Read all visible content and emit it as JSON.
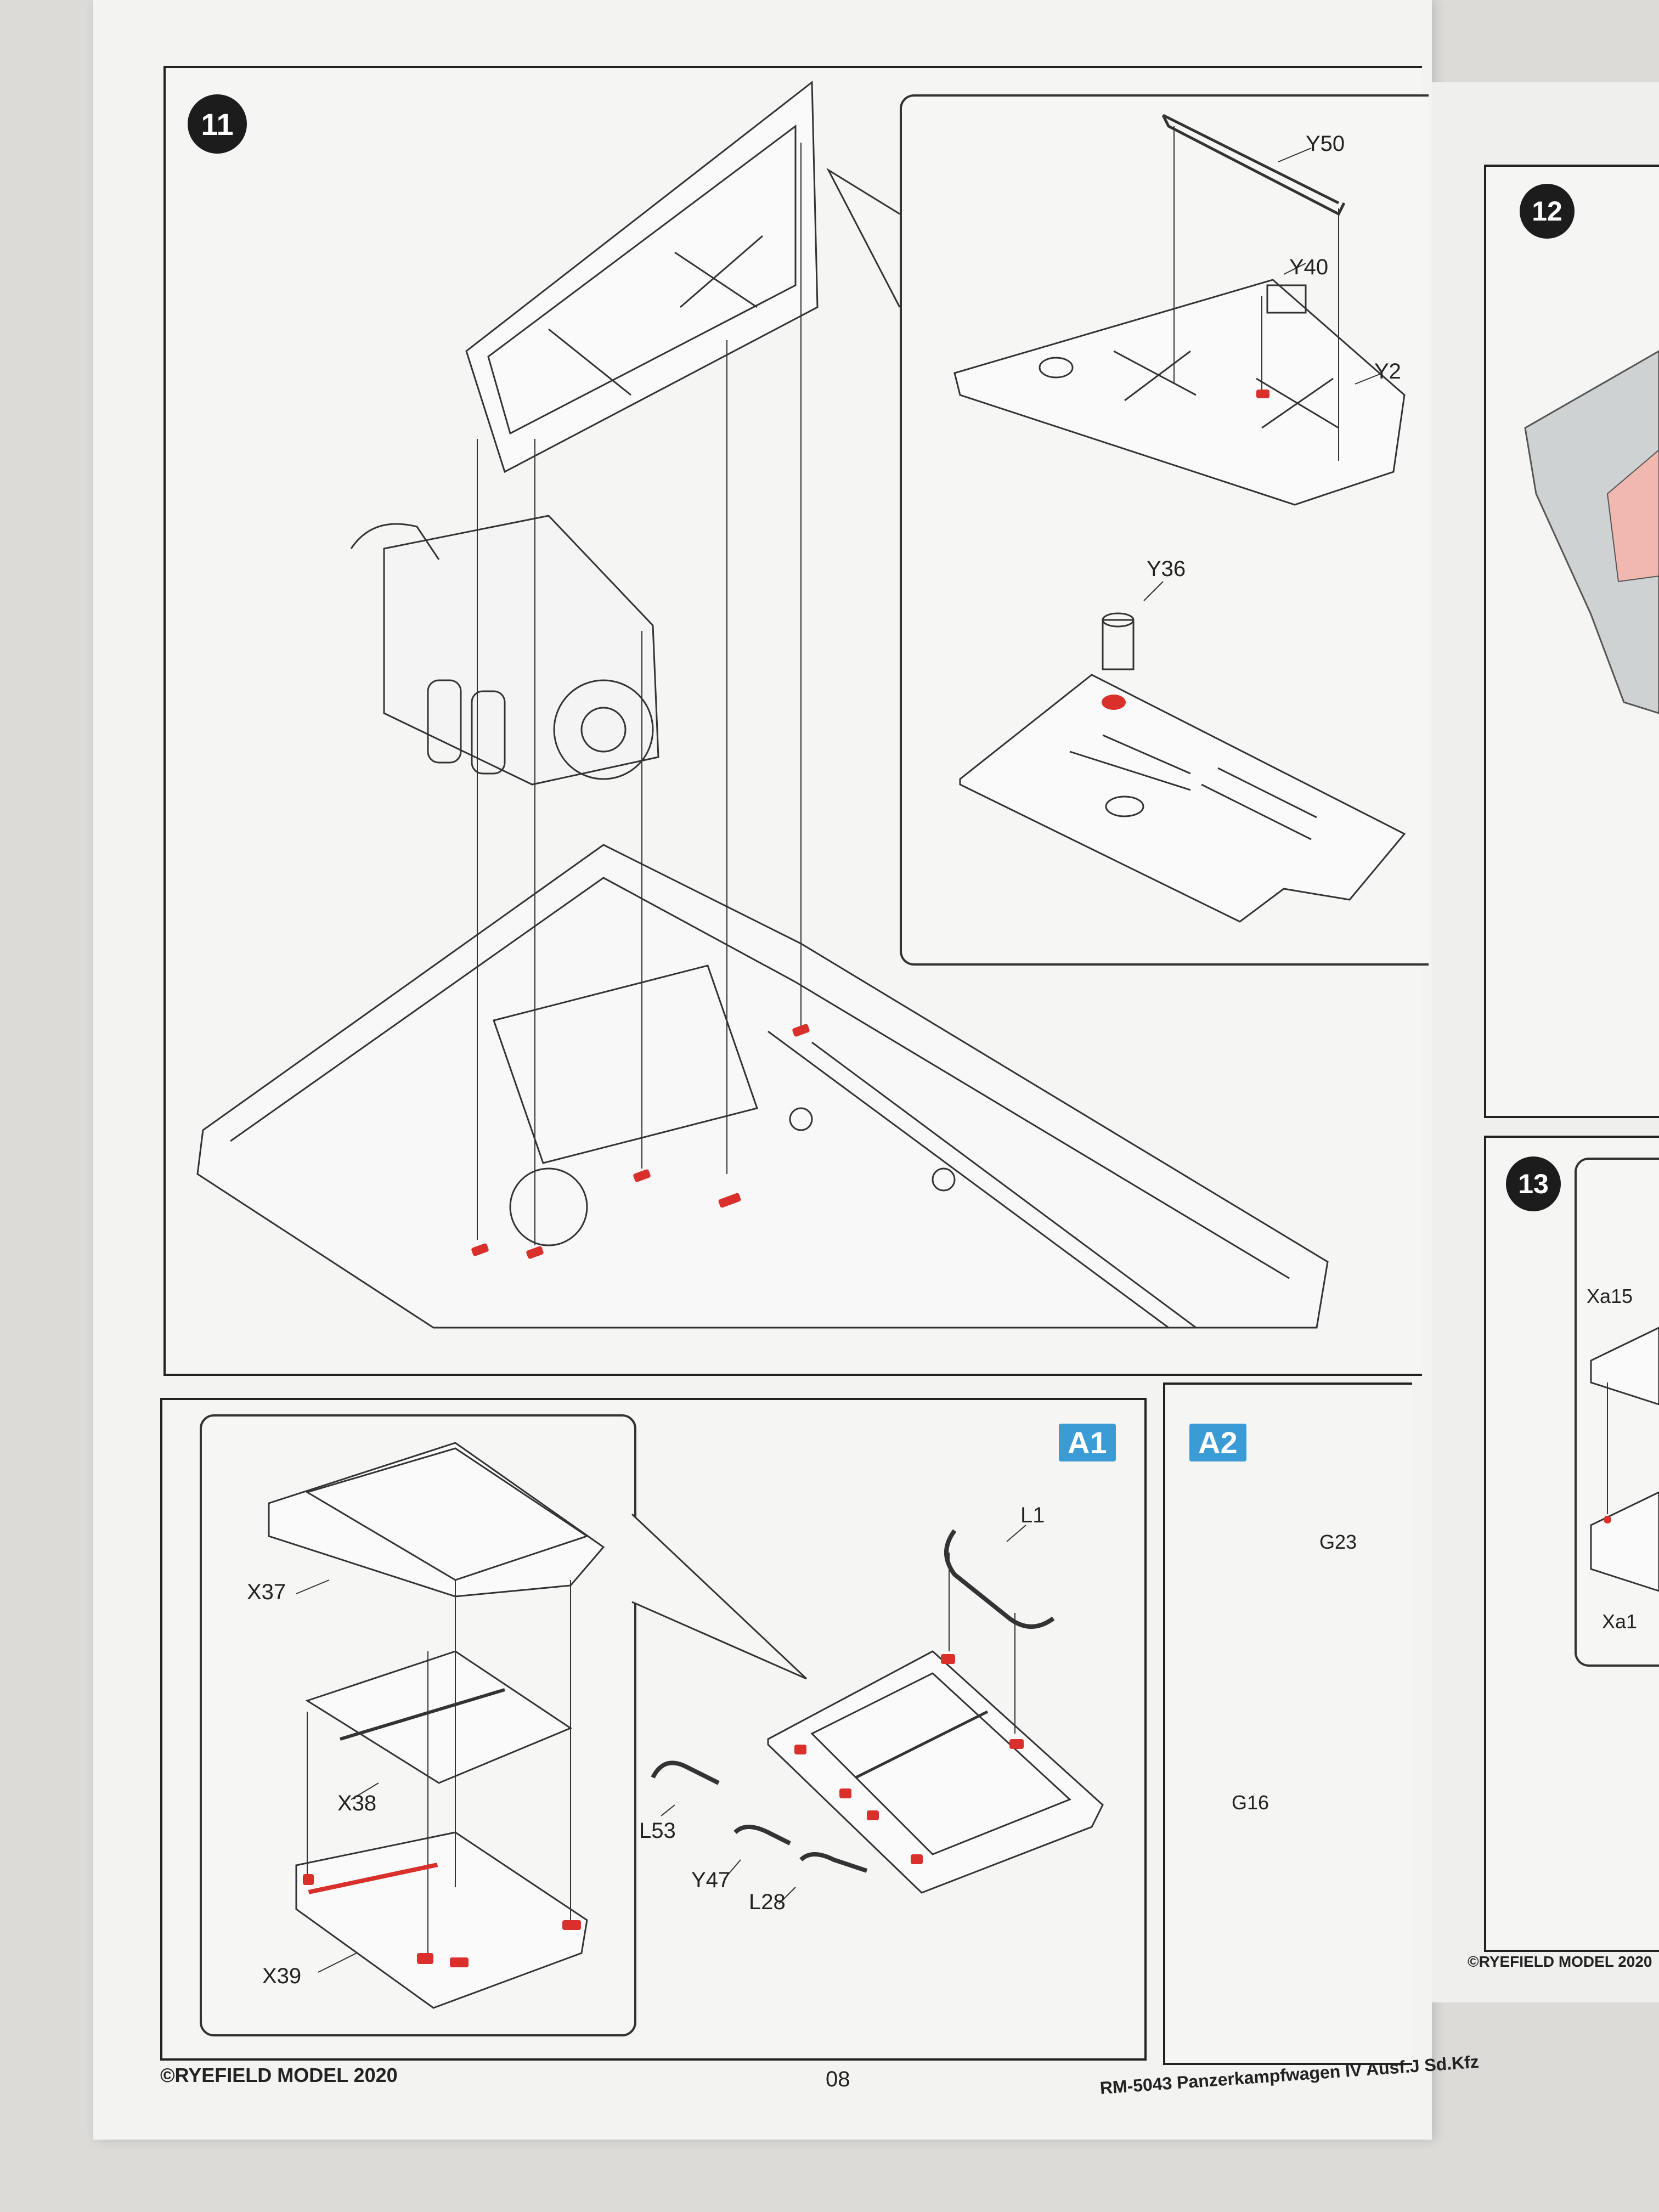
{
  "steps": {
    "s11": "11",
    "s12": "12",
    "s13": "13"
  },
  "parts": {
    "y50": "Y50",
    "y40": "Y40",
    "y2": "Y2",
    "y36": "Y36",
    "l1": "L1",
    "x37": "X37",
    "x38": "X38",
    "x39": "X39",
    "l53": "L53",
    "y47": "Y47",
    "l28": "L28",
    "g23": "G23",
    "g16": "G16",
    "xa15": "Xa15",
    "xa1": "Xa1"
  },
  "variants": {
    "a1": "A1",
    "a2": "A2"
  },
  "footer": {
    "copyright": "©RYEFIELD MODEL 2020",
    "page_number": "08",
    "product": "RM-5043 Panzerkampfwagen IV Ausf.J Sd.Kfz",
    "copyright_right": "©RYEFIELD MODEL 2020"
  },
  "colors": {
    "highlight": "#d9302b",
    "badge": "#3a9bd5",
    "ink": "#222222",
    "pink": "#f1b8b0"
  }
}
